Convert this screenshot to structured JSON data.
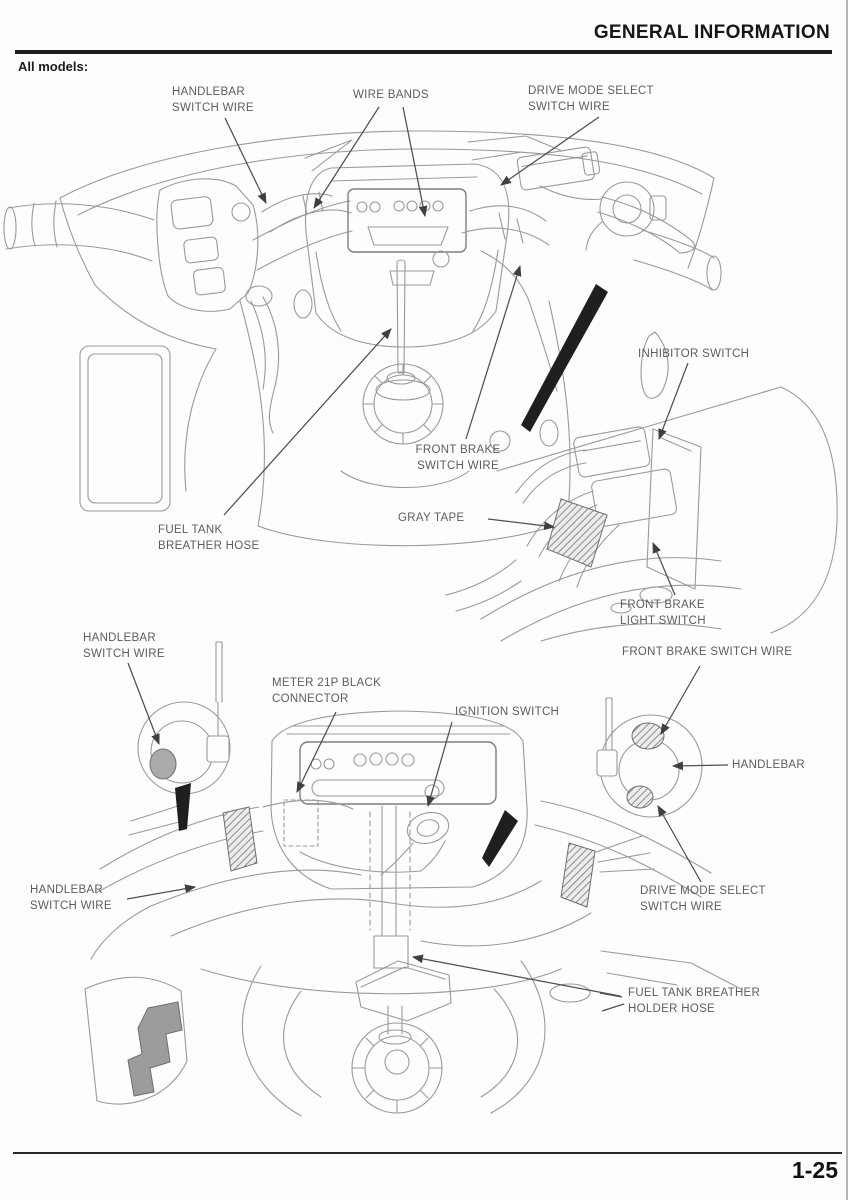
{
  "page": {
    "title": "GENERAL INFORMATION",
    "section_note": "All models:",
    "page_number": "1-25"
  },
  "colors": {
    "ink": "#1e1e1e",
    "label_gray": "#5d5d5d",
    "art_gray": "#9a9a9a",
    "background": "#fdfdfd"
  },
  "top_diagram": {
    "description": "handlebar-wire-routing-overview",
    "labels": {
      "handlebar_switch_wire": "HANDLEBAR\nSWITCH WIRE",
      "wire_bands": "WIRE BANDS",
      "drive_mode_select_switch_wire": "DRIVE MODE SELECT\nSWITCH WIRE",
      "inhibitor_switch": "INHIBITOR SWITCH",
      "front_brake_switch_wire": "FRONT BRAKE\nSWITCH WIRE",
      "gray_tape": "GRAY TAPE",
      "fuel_tank_breather_hose": "FUEL TANK\nBREATHER HOSE",
      "front_brake_light_switch": "FRONT BRAKE\nLIGHT SWITCH"
    }
  },
  "bottom_diagram": {
    "description": "handlebar-wire-routing-detail",
    "labels": {
      "handlebar_switch_wire_upper": "HANDLEBAR\nSWITCH WIRE",
      "meter_21p_black_connector": "METER 21P BLACK\nCONNECTOR",
      "ignition_switch": "IGNITION SWITCH",
      "front_brake_switch_wire": "FRONT BRAKE SWITCH WIRE",
      "handlebar": "HANDLEBAR",
      "drive_mode_select_switch_wire": "DRIVE MODE SELECT\nSWITCH WIRE",
      "handlebar_switch_wire_left": "HANDLEBAR\nSWITCH WIRE",
      "fuel_tank_breather_holder_hose": "FUEL TANK BREATHER\nHOLDER HOSE"
    }
  }
}
